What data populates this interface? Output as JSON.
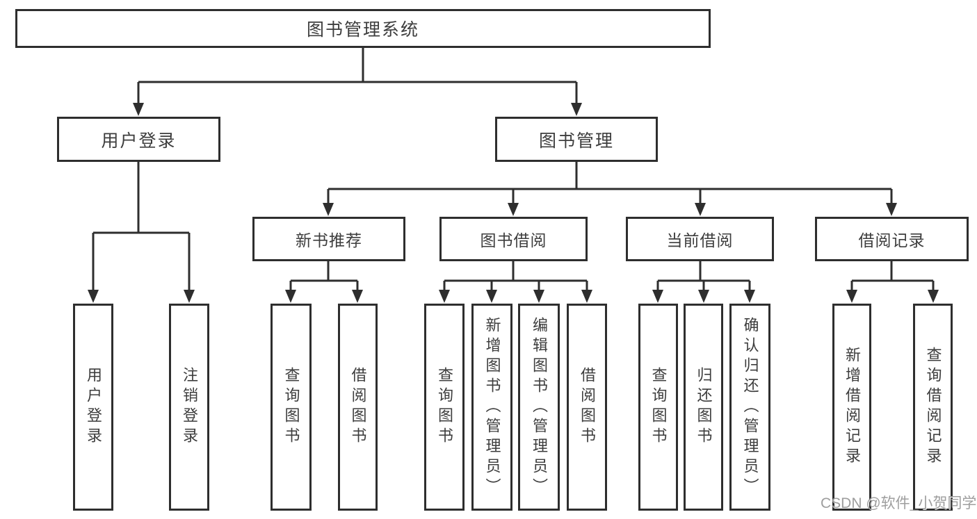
{
  "diagram": {
    "type": "hierarchy",
    "tree": {
      "label": "图书管理系统",
      "children": [
        {
          "label": "用户登录",
          "children": [
            {
              "label": "用户登录"
            },
            {
              "label": "注销登录"
            }
          ]
        },
        {
          "label": "图书管理",
          "children": [
            {
              "label": "新书推荐",
              "children": [
                {
                  "label": "查询图书"
                },
                {
                  "label": "借阅图书"
                }
              ]
            },
            {
              "label": "图书借阅",
              "children": [
                {
                  "label": "查询图书"
                },
                {
                  "label": "新增图书（管理员）"
                },
                {
                  "label": "编辑图书（管理员）"
                },
                {
                  "label": "借阅图书"
                }
              ]
            },
            {
              "label": "当前借阅",
              "children": [
                {
                  "label": "查询图书"
                },
                {
                  "label": "归还图书"
                },
                {
                  "label": "确认归还（管理员）"
                }
              ]
            },
            {
              "label": "借阅记录",
              "children": [
                {
                  "label": "新增借阅记录"
                },
                {
                  "label": "查询借阅记录"
                }
              ]
            }
          ]
        }
      ]
    },
    "colors": {
      "line": "#2e2e2e",
      "text": "#3d3d3d",
      "background": "#ffffff",
      "watermark": "#949494"
    }
  },
  "watermark": {
    "text": "CSDN @软件_小贺同学"
  }
}
